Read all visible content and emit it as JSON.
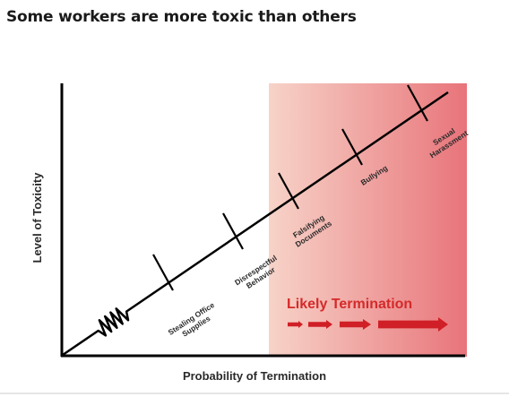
{
  "header": {
    "title": "Some workers are more toxic than others"
  },
  "diagram": {
    "y_axis_label": "Level of Toxicity",
    "x_axis_label": "Probability of Termination",
    "zone_label": "Likely Termination",
    "behaviors": [
      {
        "lines": [
          "Stealing Office",
          "Supplies"
        ]
      },
      {
        "lines": [
          "Disrespectful",
          "Behavior"
        ]
      },
      {
        "lines": [
          "Falsifying",
          "Documents"
        ]
      },
      {
        "lines": [
          "Bullying"
        ]
      },
      {
        "lines": [
          "Sexual",
          "Harassment"
        ]
      }
    ],
    "colors": {
      "zone_light": "#f7d3c8",
      "zone_dark": "#e8747a",
      "zone_text": "#d42a2a",
      "arrow": "#d01f26",
      "line": "#000000"
    }
  }
}
